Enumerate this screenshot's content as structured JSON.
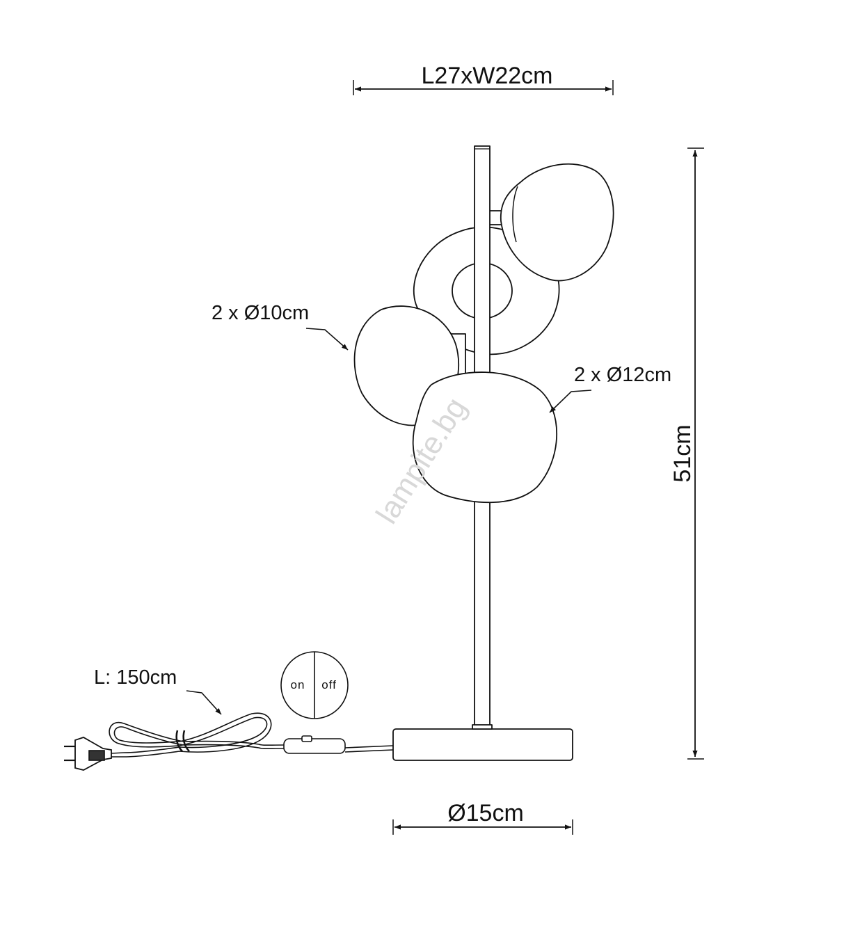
{
  "dimensions": {
    "top_width": "L27xW22cm",
    "height": "51cm",
    "base_diameter": "Ø15cm",
    "small_shades": "2 x Ø10cm",
    "large_shades": "2 x Ø12cm",
    "cable_length": "L: 150cm"
  },
  "switch": {
    "on_label": "on",
    "off_label": "off"
  },
  "watermark": "lampite.bg",
  "colors": {
    "line": "#111111",
    "watermark": "#d8d8d8",
    "background": "#ffffff"
  }
}
